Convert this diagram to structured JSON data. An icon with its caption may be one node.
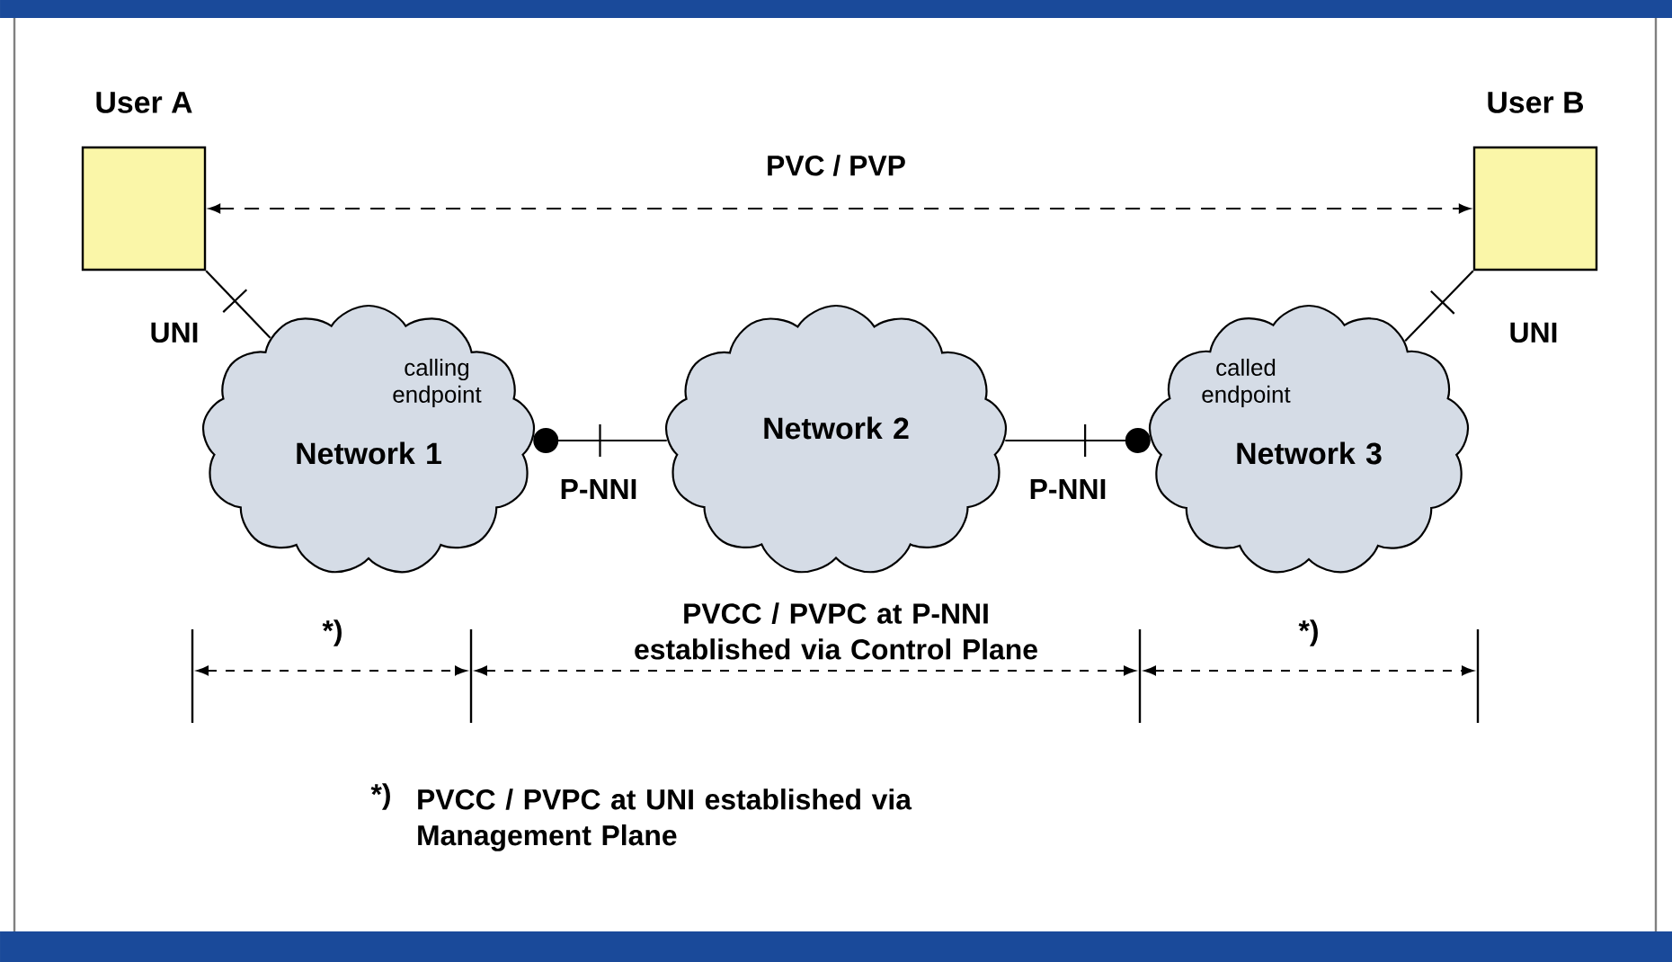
{
  "diagram": {
    "nodes": [
      {
        "text": [
          "User A"
        ]
      },
      {
        "text": [
          "User B"
        ]
      },
      {
        "text": [
          "calling endpoint",
          "Network 1"
        ]
      },
      {
        "text": [
          "Network 2"
        ]
      },
      {
        "text": [
          "called endpoint",
          "Network 3"
        ]
      }
    ],
    "edges": [
      {
        "from": 0,
        "to": 1,
        "arrow": "both",
        "style": "dashed",
        "label": "PVC / PVP"
      },
      {
        "from": 0,
        "to": 2,
        "arrow": "none",
        "label": "UNI"
      },
      {
        "from": 3,
        "to": 2,
        "arrow": "other",
        "label": "P-NNI"
      },
      {
        "from": 3,
        "to": 4,
        "arrow": "other",
        "label": "P-NNI"
      },
      {
        "from": 1,
        "to": 4,
        "arrow": "none",
        "label": "UNI"
      }
    ],
    "labels": [
      "*)",
      "PVCC / PVPC at P-NNI established via Control Plane",
      "*)",
      "*)",
      "PVCC / PVPC at UNI established via Management Plane"
    ]
  }
}
